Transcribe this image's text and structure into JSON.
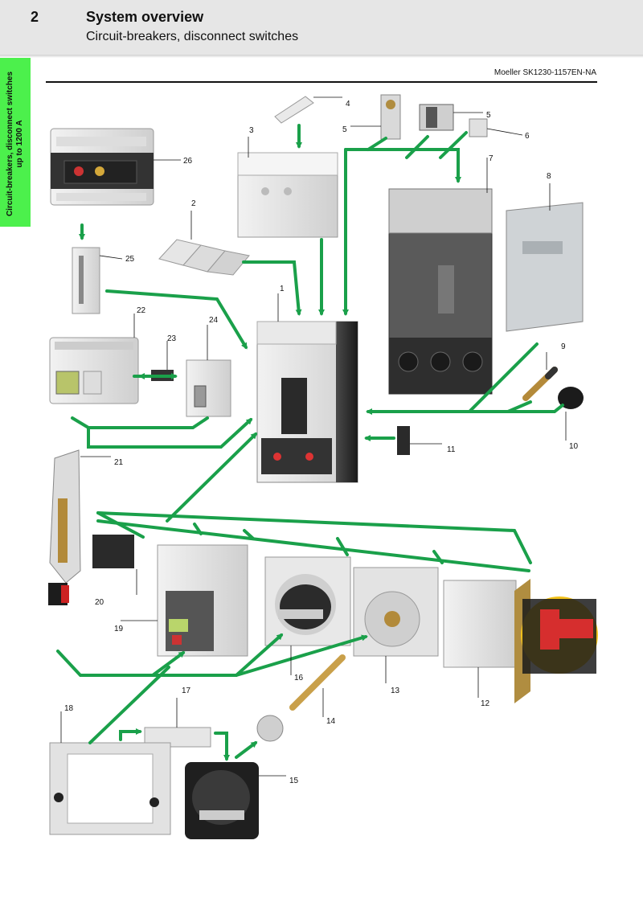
{
  "header": {
    "chapter_number": "2",
    "title": "System overview",
    "subtitle": "Circuit-breakers, disconnect switches"
  },
  "side_tab": {
    "line1": "Circuit-breakers, disconnect switches",
    "line2": "up to 1200 A"
  },
  "doc_reference": "Moeller SK1230-1157EN-NA",
  "callouts": [
    "1",
    "2",
    "3",
    "4",
    "5",
    "5",
    "6",
    "7",
    "8",
    "9",
    "10",
    "11",
    "12",
    "13",
    "14",
    "15",
    "16",
    "17",
    "18",
    "19",
    "20",
    "21",
    "22",
    "23",
    "24",
    "25",
    "26"
  ],
  "colors": {
    "accent_green": "#1aa04a",
    "tab_green": "#4cf04c",
    "header_gray": "#e6e6e6"
  }
}
